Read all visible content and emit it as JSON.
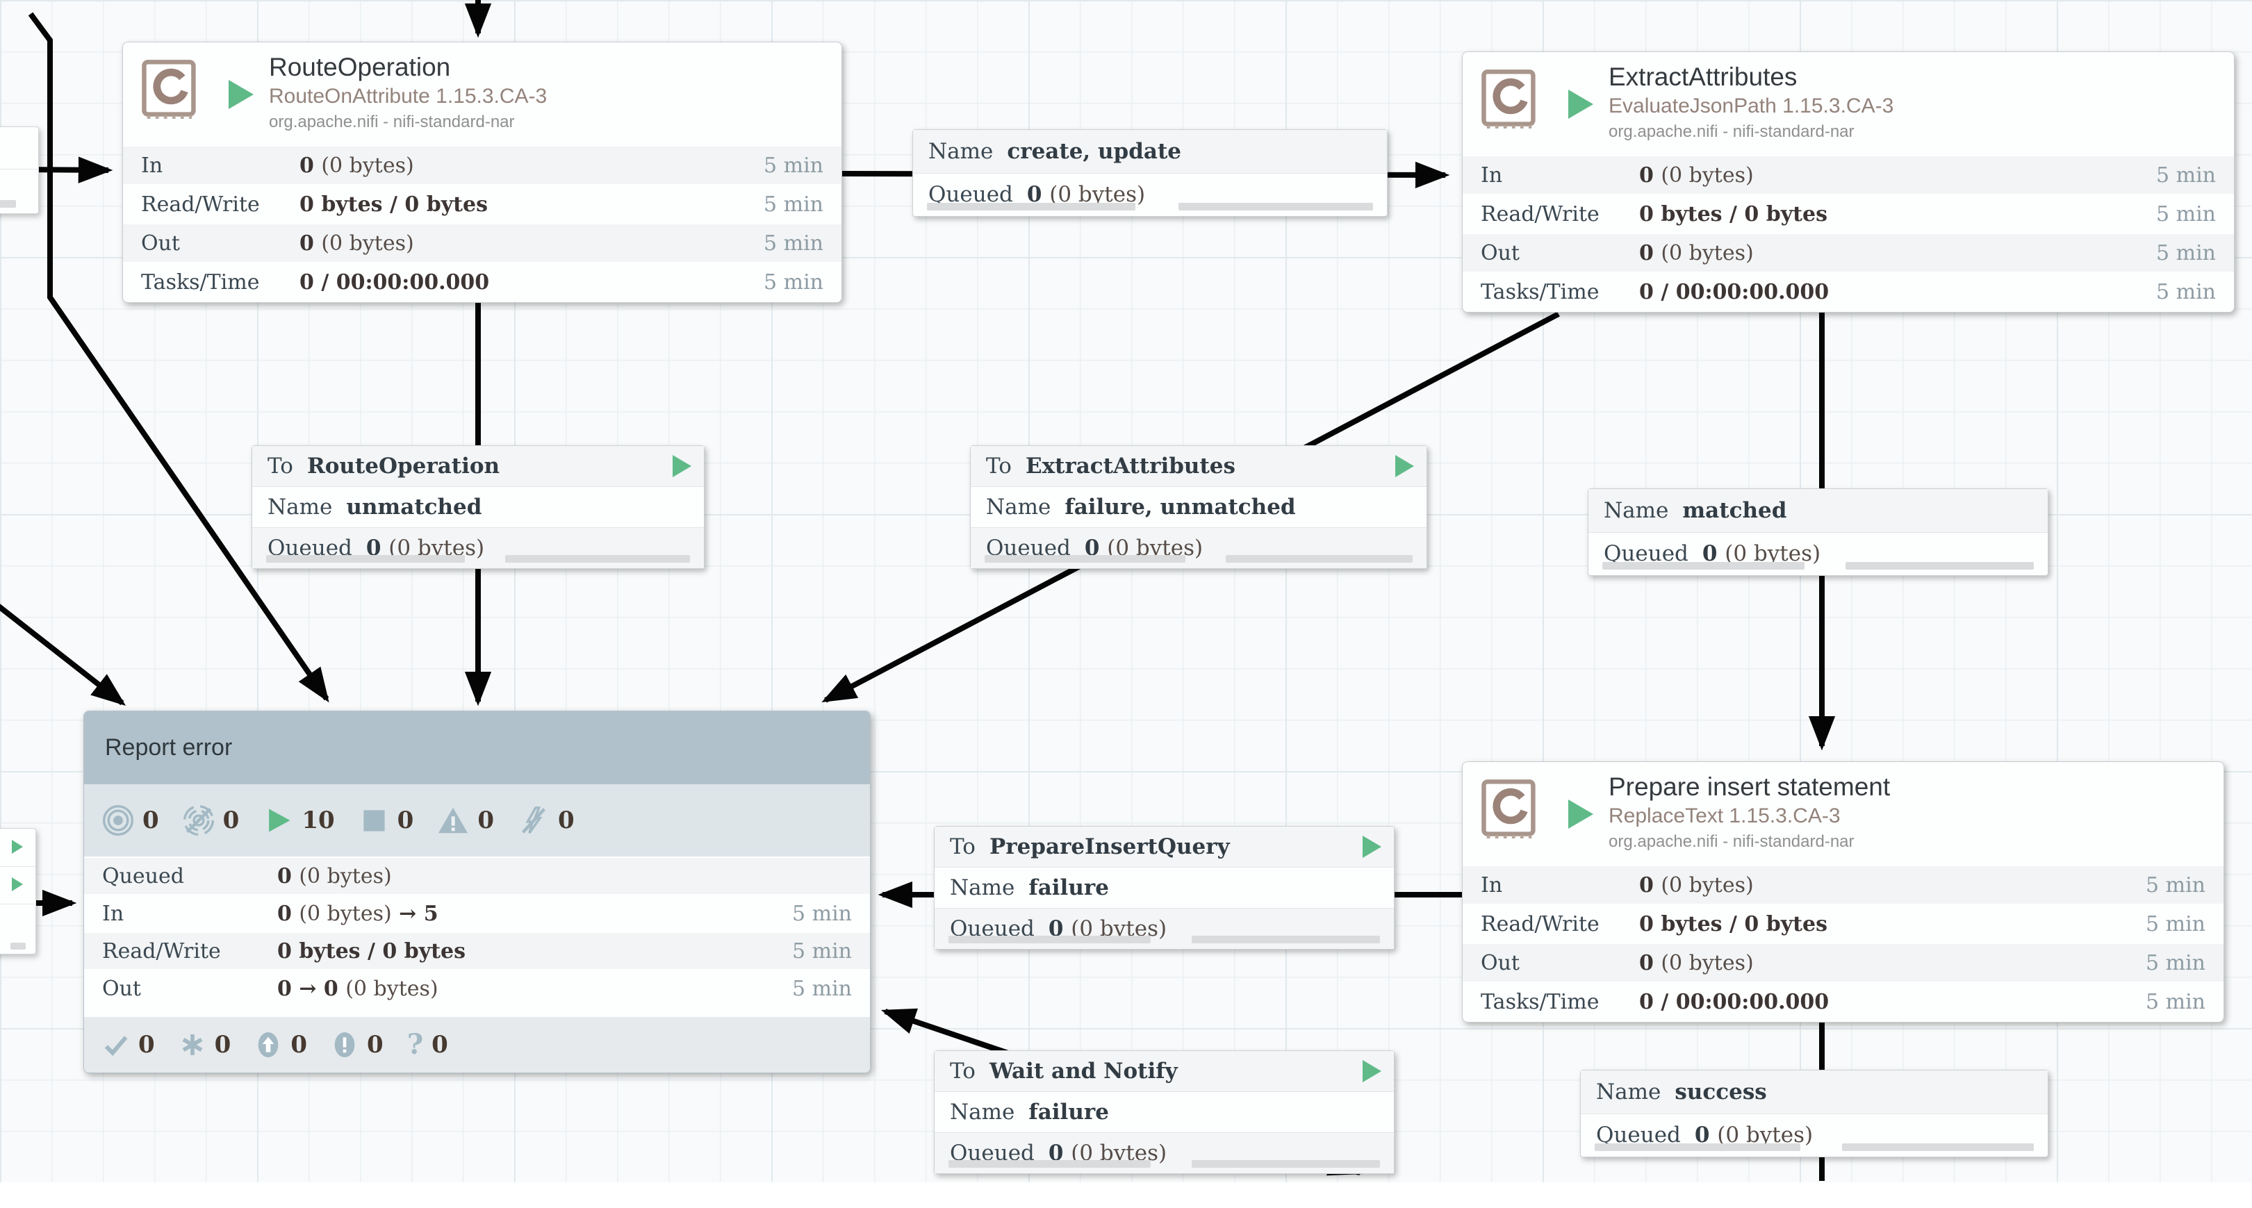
{
  "labels": {
    "to": "To",
    "name": "Name",
    "queued": "Queued"
  },
  "colors": {
    "run_green": "#5fba88",
    "status_blue_gray": "#a3b9c4",
    "group_header": "#b1c1cb",
    "connection_line": "#050505",
    "processor_icon_brown": "#9b8379"
  },
  "processors": [
    {
      "title": "RouteOperation",
      "type": "RouteOnAttribute 1.15.3.CA-3",
      "bundle": "org.apache.nifi - nifi-standard-nar",
      "stats": [
        {
          "label": "In",
          "value": "0 (0 bytes)",
          "window": "5 min"
        },
        {
          "label": "Read/Write",
          "value": "0 bytes / 0 bytes",
          "window": "5 min"
        },
        {
          "label": "Out",
          "value": "0 (0 bytes)",
          "window": "5 min"
        },
        {
          "label": "Tasks/Time",
          "value": "0 / 00:00:00.000",
          "window": "5 min"
        }
      ]
    },
    {
      "title": "ExtractAttributes",
      "type": "EvaluateJsonPath 1.15.3.CA-3",
      "bundle": "org.apache.nifi - nifi-standard-nar",
      "stats": [
        {
          "label": "In",
          "value": "0 (0 bytes)",
          "window": "5 min"
        },
        {
          "label": "Read/Write",
          "value": "0 bytes / 0 bytes",
          "window": "5 min"
        },
        {
          "label": "Out",
          "value": "0 (0 bytes)",
          "window": "5 min"
        },
        {
          "label": "Tasks/Time",
          "value": "0 / 00:00:00.000",
          "window": "5 min"
        }
      ]
    },
    {
      "title": "Prepare insert statement",
      "type": "ReplaceText 1.15.3.CA-3",
      "bundle": "org.apache.nifi - nifi-standard-nar",
      "stats": [
        {
          "label": "In",
          "value": "0 (0 bytes)",
          "window": "5 min"
        },
        {
          "label": "Read/Write",
          "value": "0 bytes / 0 bytes",
          "window": "5 min"
        },
        {
          "label": "Out",
          "value": "0 (0 bytes)",
          "window": "5 min"
        },
        {
          "label": "Tasks/Time",
          "value": "0 / 00:00:00.000",
          "window": "5 min"
        }
      ]
    }
  ],
  "process_group": {
    "title": "Report error",
    "counters": {
      "transmitting": "0",
      "not_transmitting": "0",
      "running": "10",
      "stopped": "0",
      "invalid": "0",
      "disabled": "0"
    },
    "stats": [
      {
        "label": "Queued",
        "value": "0 (0 bytes)",
        "window": ""
      },
      {
        "label": "In",
        "value": "0 (0 bytes) → 5",
        "window": "5 min"
      },
      {
        "label": "Read/Write",
        "value": "0 bytes / 0 bytes",
        "window": "5 min"
      },
      {
        "label": "Out",
        "value": "0 → 0 (0 bytes)",
        "window": "5 min"
      }
    ],
    "versioned": {
      "up_to_date": "0",
      "locally_modified": "0",
      "stale": "0",
      "sync_failure": "0",
      "unknown": "0"
    }
  },
  "connections": [
    {
      "name": "create, update",
      "queued": "0 (0 bytes)"
    },
    {
      "to": "RouteOperation",
      "name": "unmatched",
      "queued": "0 (0 bytes)"
    },
    {
      "to": "ExtractAttributes",
      "name": "failure, unmatched",
      "queued": "0 (0 bytes)"
    },
    {
      "name": "matched",
      "queued": "0 (0 bytes)"
    },
    {
      "to": "PrepareInsertQuery",
      "name": "failure",
      "queued": "0 (0 bytes)"
    },
    {
      "to": "Wait and Notify",
      "name": "failure",
      "queued": "0 (0 bytes)"
    },
    {
      "name": "success",
      "queued": "0 (0 bytes)"
    }
  ]
}
